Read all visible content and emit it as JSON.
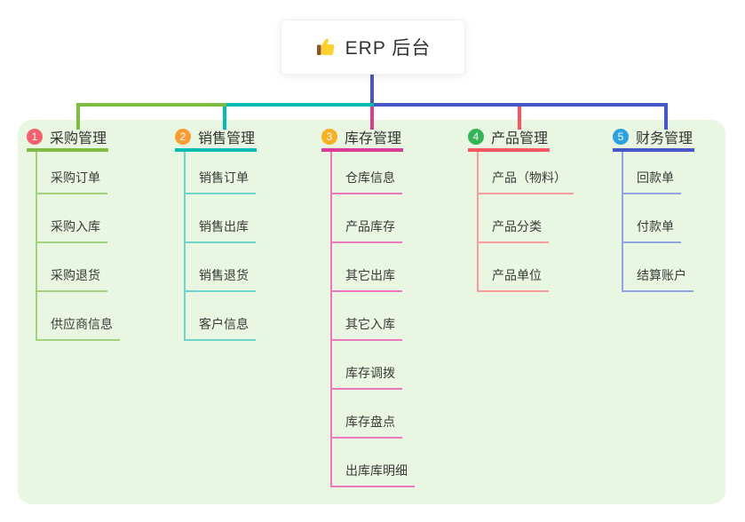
{
  "root": {
    "title": "ERP 后台",
    "icon": "thumbs-up-icon"
  },
  "colors": {
    "panel_background": "#e9f6e1",
    "root_connector": "#4656c6",
    "branch_1_line": "#7fbc42",
    "branch_2_line": "#00bcb4",
    "branch_3_line": "#d93c92",
    "branch_4_line": "#f7565f",
    "branch_5_line": "#4656c6",
    "branch_1_item_line": "#a3d17c",
    "branch_2_item_line": "#70d4cd",
    "branch_3_item_line": "#ee79ba",
    "branch_4_item_line": "#f99b9b",
    "branch_5_item_line": "#90a4e4",
    "badge_1": "#f5626f",
    "badge_2": "#fd9b35",
    "badge_3": "#f9b123",
    "badge_4": "#35b558",
    "badge_5": "#2ba2dd"
  },
  "branches": [
    {
      "index": "1",
      "label": "采购管理",
      "items": [
        "采购订单",
        "采购入库",
        "采购退货",
        "供应商信息"
      ]
    },
    {
      "index": "2",
      "label": "销售管理",
      "items": [
        "销售订单",
        "销售出库",
        "销售退货",
        "客户信息"
      ]
    },
    {
      "index": "3",
      "label": "库存管理",
      "items": [
        "仓库信息",
        "产品库存",
        "其它出库",
        "其它入库",
        "库存调拨",
        "库存盘点",
        "出库库明细"
      ]
    },
    {
      "index": "4",
      "label": "产品管理",
      "items": [
        "产品（物料）",
        "产品分类",
        "产品单位"
      ]
    },
    {
      "index": "5",
      "label": "财务管理",
      "items": [
        "回款单",
        "付款单",
        "结算账户"
      ]
    }
  ]
}
